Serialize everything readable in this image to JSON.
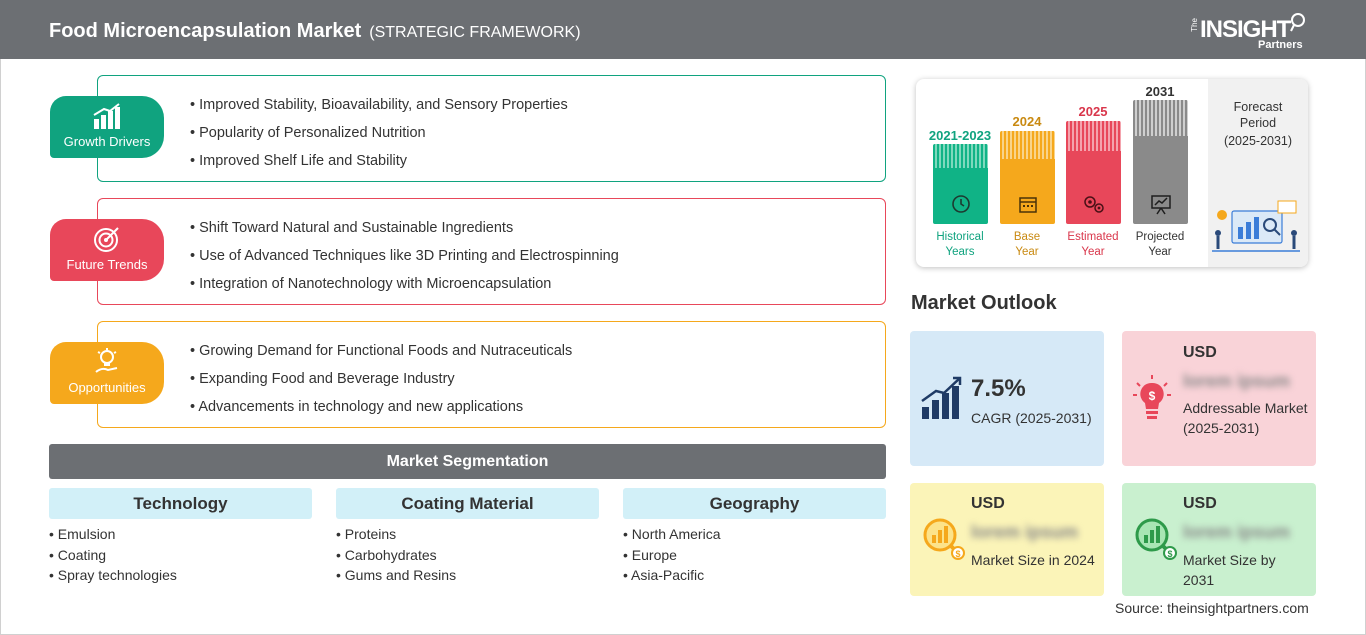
{
  "header": {
    "title": "Food Microencapsulation Market",
    "subtitle": "(STRATEGIC FRAMEWORK)",
    "logo": {
      "the": "The",
      "insight": "INSIGHT",
      "partners": "Partners"
    }
  },
  "colors": {
    "growth": "#10a37f",
    "trends": "#e8475a",
    "opportunities": "#f5a81c",
    "header": "#6c6f73"
  },
  "framework": [
    {
      "label": "Growth Drivers",
      "icon": "growth-chart-icon",
      "items": [
        "Improved Stability, Bioavailability, and Sensory Properties",
        "Popularity of Personalized Nutrition",
        "Improved Shelf Life and Stability"
      ]
    },
    {
      "label": "Future Trends",
      "icon": "target-icon",
      "items": [
        "Shift Toward Natural and Sustainable Ingredients",
        "Use of Advanced Techniques like 3D Printing and Electrospinning",
        "Integration of Nanotechnology with Microencapsulation"
      ]
    },
    {
      "label": "Opportunities",
      "icon": "lightbulb-hand-icon",
      "items": [
        "Growing Demand for Functional Foods and Nutraceuticals",
        "Expanding Food and Beverage Industry",
        "Advancements in technology and new applications"
      ]
    }
  ],
  "segmentation": {
    "title": "Market Segmentation",
    "columns": [
      {
        "heading": "Technology",
        "items": [
          "Emulsion",
          "Coating",
          "Spray technologies"
        ]
      },
      {
        "heading": "Coating Material",
        "items": [
          "Proteins",
          "Carbohydrates",
          "Gums and Resins"
        ]
      },
      {
        "heading": "Geography",
        "items": [
          "North America",
          "Europe",
          "Asia-Pacific"
        ]
      }
    ]
  },
  "timeline": {
    "bars": [
      {
        "year": "2021-2023",
        "label1": "Historical",
        "label2": "Years",
        "color": "#10b386",
        "icon": "history-icon"
      },
      {
        "year": "2024",
        "label1": "Base",
        "label2": "Year",
        "color": "#f5a81c",
        "icon": "calendar-icon"
      },
      {
        "year": "2025",
        "label1": "Estimated",
        "label2": "Year",
        "color": "#e8475a",
        "icon": "gears-icon"
      },
      {
        "year": "2031",
        "label1": "Projected",
        "label2": "Year",
        "color": "#8a8a8a",
        "icon": "presentation-icon"
      }
    ],
    "forecast_title": "Forecast Period",
    "forecast_range": "(2025-2031)"
  },
  "outlook": {
    "title": "Market Outlook",
    "cagr_value": "7.5%",
    "cagr_label": "CAGR (2025-2031)",
    "addressable": {
      "currency": "USD",
      "value": "lorem ipsum",
      "label": "Addressable Market (2025-2031)"
    },
    "size_2024": {
      "currency": "USD",
      "value": "lorem ipsum",
      "label": "Market Size in 2024"
    },
    "size_2031": {
      "currency": "USD",
      "value": "lorem ipsum",
      "label": "Market Size by 2031"
    }
  },
  "source": "Source: theinsightpartners.com"
}
